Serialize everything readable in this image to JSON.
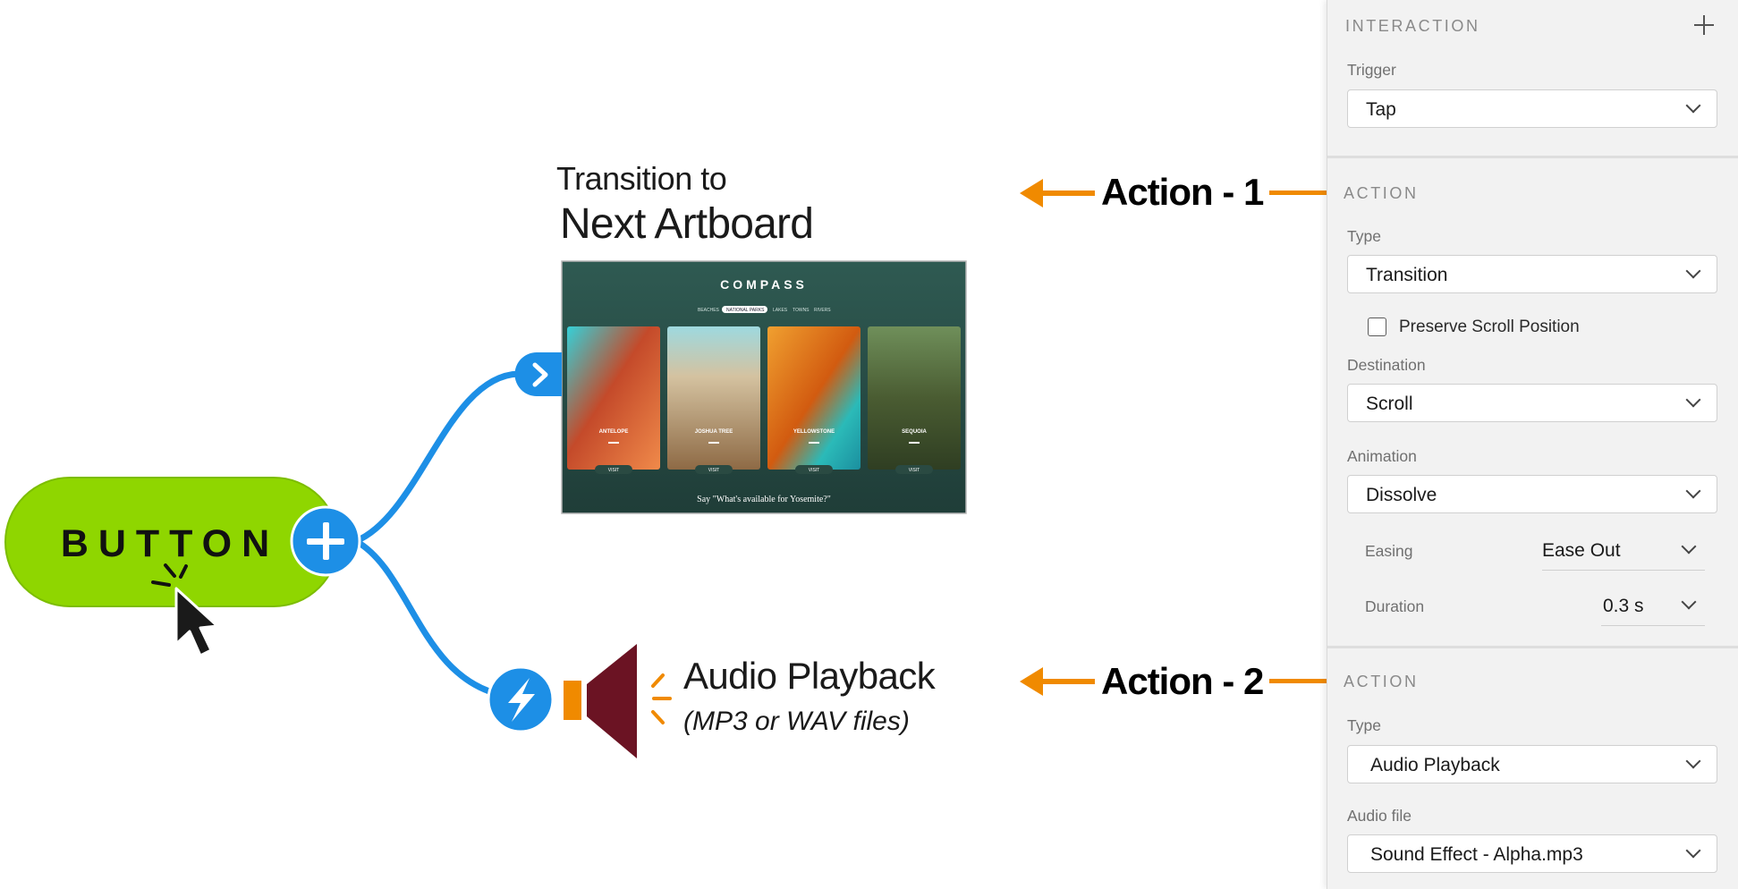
{
  "diagram": {
    "button_label": "BUTTON",
    "transition_title_small": "Transition to",
    "transition_title_large": "Next Artboard",
    "audio_title": "Audio Playback",
    "audio_subtitle": "(MP3 or WAV files)",
    "action1_label": "Action - 1",
    "action2_label": "Action - 2",
    "colors": {
      "button_green": "#8fd600",
      "connector_blue": "#1d8fe6",
      "annotation_orange": "#f08a00",
      "speaker_maroon": "#6b1323"
    },
    "artboard": {
      "brand": "COMPASS",
      "nav": [
        "BEACHES",
        "NATIONAL PARKS",
        "LAKES",
        "TOWNS",
        "RIVERS"
      ],
      "cards": [
        {
          "title": "ANTELOPE",
          "button": "VISIT"
        },
        {
          "title": "JOSHUA TREE",
          "button": "VISIT"
        },
        {
          "title": "YELLOWSTONE",
          "button": "VISIT"
        },
        {
          "title": "SEQUOIA",
          "button": "VISIT"
        }
      ],
      "footer": "Say \"What's available for Yosemite?\""
    }
  },
  "panel": {
    "interaction": {
      "title": "INTERACTION",
      "trigger_label": "Trigger",
      "trigger_value": "Tap"
    },
    "action1": {
      "title": "ACTION",
      "type_label": "Type",
      "type_value": "Transition",
      "preserve_label": "Preserve Scroll Position",
      "destination_label": "Destination",
      "destination_value": "Scroll",
      "animation_label": "Animation",
      "animation_value": "Dissolve",
      "easing_label": "Easing",
      "easing_value": "Ease Out",
      "duration_label": "Duration",
      "duration_value": "0.3 s"
    },
    "action2": {
      "title": "ACTION",
      "type_label": "Type",
      "type_value": "Audio Playback",
      "audio_file_label": "Audio file",
      "audio_file_value": "Sound Effect - Alpha.mp3"
    }
  }
}
